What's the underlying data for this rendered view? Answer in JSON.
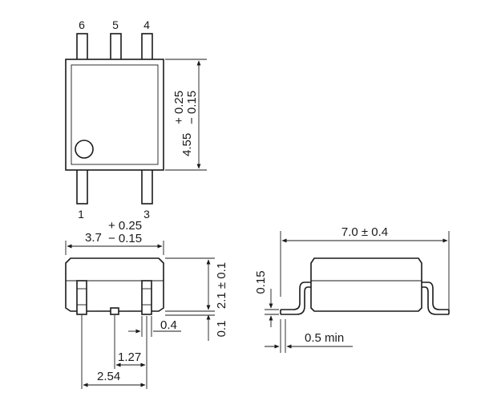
{
  "top_view": {
    "pin_labels": [
      "6",
      "5",
      "4",
      "1",
      "3"
    ],
    "height_dim": {
      "nominal": "4.55",
      "plus": "+ 0.25",
      "minus": "− 0.15"
    }
  },
  "front_view": {
    "width_dim": {
      "nominal": "3.7",
      "plus": "+ 0.25",
      "minus": "− 0.15"
    },
    "body_height": "2.1 ± 0.1",
    "standoff": "0.1",
    "lead_width": "0.4",
    "pitch": "1.27",
    "pitch2": "2.54"
  },
  "side_view": {
    "length_dim": "7.0 ± 0.4",
    "lead_thickness": "0.15",
    "lead_min": "0.5 min"
  },
  "colors": {
    "line": "#1a1a1a",
    "background": "#ffffff"
  }
}
